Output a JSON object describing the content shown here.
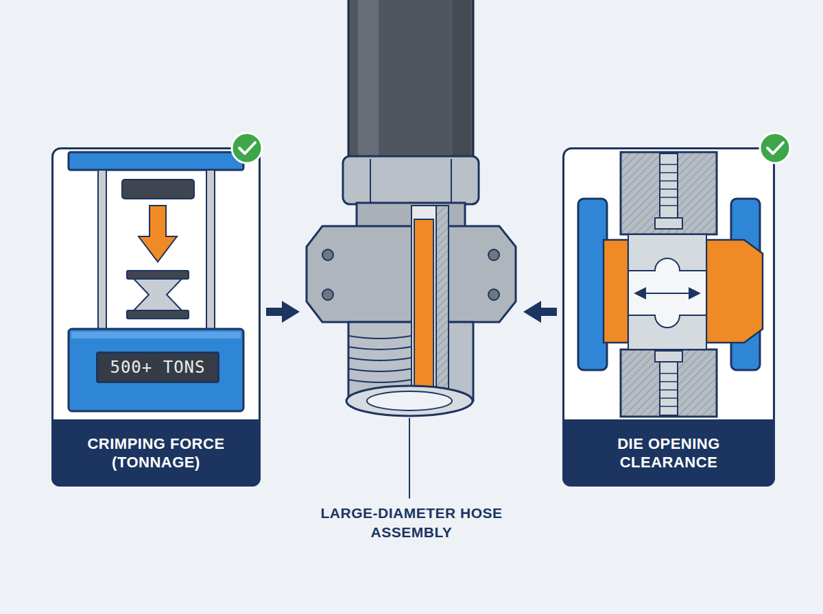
{
  "diagram": {
    "nodes": [
      {
        "text": [
          "CRIMPING FORCE (TONNAGE)"
        ]
      },
      {
        "text": [
          "500+ TONS"
        ],
        "in": 0
      },
      {
        "text": [
          "LARGE-DIAMETER HOSE ASSEMBLY"
        ]
      },
      {
        "text": [
          "DIE OPENING CLEARANCE"
        ]
      }
    ],
    "edges": [
      {
        "from": 0,
        "to": 2,
        "arrow": "to"
      },
      {
        "from": 3,
        "to": 2,
        "arrow": "to"
      }
    ]
  }
}
